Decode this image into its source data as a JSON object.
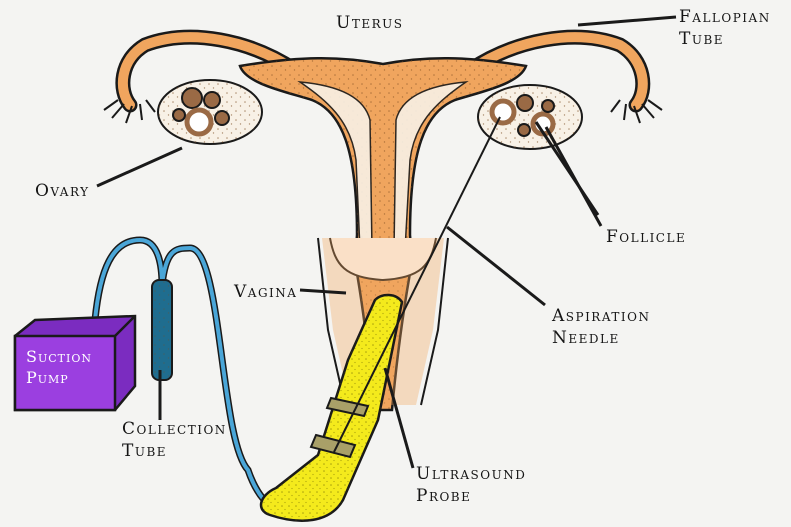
{
  "diagram": {
    "labels": {
      "uterus": "Uterus",
      "fallopian_tube": [
        "Fallopian",
        "Tube"
      ],
      "ovary": "Ovary",
      "follicle": "Follicle",
      "vagina": "Vagina",
      "aspiration_needle": [
        "Aspiration",
        "Needle"
      ],
      "suction_pump": [
        "Suction",
        "Pump"
      ],
      "collection_tube": [
        "Collection",
        "Tube"
      ],
      "ultrasound_probe": [
        "Ultrasound",
        "Probe"
      ]
    },
    "colors": {
      "tissue": "#f0a55e",
      "outline": "#1a1a1a",
      "follicle": "#9a6a45",
      "tubing": "#4aa6d8",
      "collection_tube": "#1f6d8f",
      "suction_pump": "#9b3fe0",
      "ultrasound_probe": "#f4ea1c",
      "background": "#f4f4f2"
    }
  }
}
